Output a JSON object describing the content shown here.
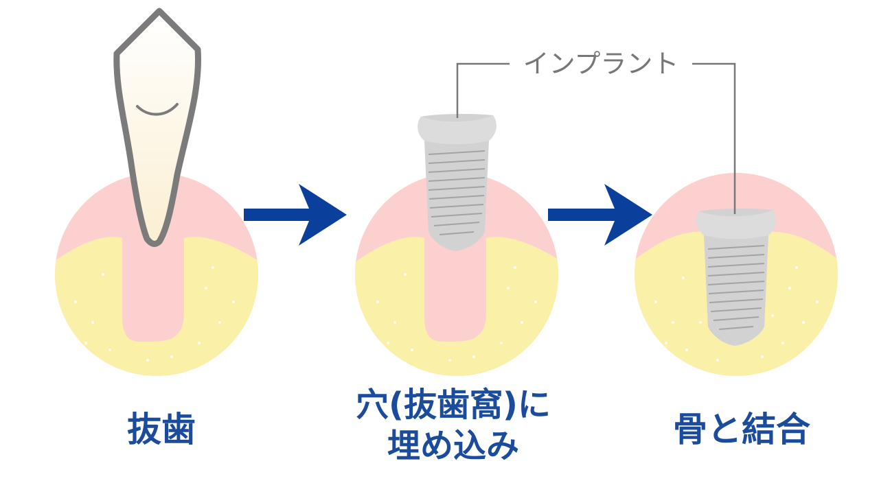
{
  "label_implant": "インプラント",
  "steps": [
    {
      "caption": "抜歯"
    },
    {
      "caption_line1": "穴(抜歯窩)に",
      "caption_line2": "埋め込み"
    },
    {
      "caption": "骨と結合"
    }
  ],
  "colors": {
    "arrow": "#0a3f9c",
    "caption": "#1a4b9c",
    "gum": "#fbd0cf",
    "bone": "#fbf0a8",
    "implant": "#d2d2d2",
    "tooth_outline": "#7b7b7b",
    "leader": "#777777"
  }
}
